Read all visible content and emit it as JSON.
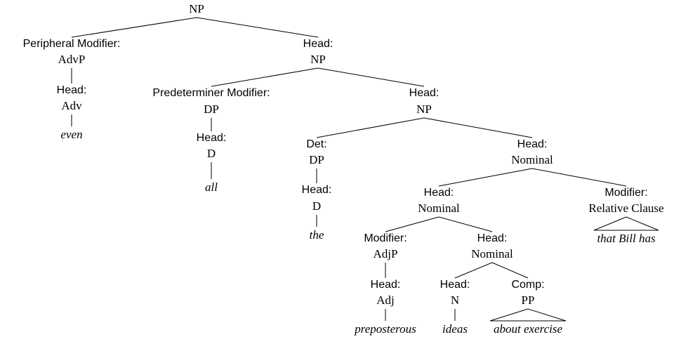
{
  "diagram": {
    "type": "syntax-tree",
    "nodes": [
      {
        "id": "np_root",
        "function": "",
        "category": "NP",
        "parent": null
      },
      {
        "id": "advp",
        "function": "Peripheral Modifier:",
        "category": "AdvP",
        "parent": "np_root"
      },
      {
        "id": "adv",
        "function": "Head:",
        "category": "Adv",
        "parent": "advp"
      },
      {
        "id": "w_even",
        "word": "even",
        "parent": "adv",
        "link": "line"
      },
      {
        "id": "np_head1",
        "function": "Head:",
        "category": "NP",
        "parent": "np_root"
      },
      {
        "id": "dp_predet",
        "function": "Predeterminer Modifier:",
        "category": "DP",
        "parent": "np_head1"
      },
      {
        "id": "d_all",
        "function": "Head:",
        "category": "D",
        "parent": "dp_predet"
      },
      {
        "id": "w_all",
        "word": "all",
        "parent": "d_all",
        "link": "line"
      },
      {
        "id": "np_head2",
        "function": "Head:",
        "category": "NP",
        "parent": "np_head1"
      },
      {
        "id": "dp_det",
        "function": "Det:",
        "category": "DP",
        "parent": "np_head2"
      },
      {
        "id": "d_the",
        "function": "Head:",
        "category": "D",
        "parent": "dp_det"
      },
      {
        "id": "w_the",
        "word": "the",
        "parent": "d_the",
        "link": "line"
      },
      {
        "id": "nom1",
        "function": "Head:",
        "category": "Nominal",
        "parent": "np_head2"
      },
      {
        "id": "nom2",
        "function": "Head:",
        "category": "Nominal",
        "parent": "nom1"
      },
      {
        "id": "relcl",
        "function": "Modifier:",
        "category": "Relative Clause",
        "parent": "nom1"
      },
      {
        "id": "w_relcl",
        "word": "that Bill has",
        "parent": "relcl",
        "link": "triangle"
      },
      {
        "id": "adjp",
        "function": "Modifier:",
        "category": "AdjP",
        "parent": "nom2"
      },
      {
        "id": "adj",
        "function": "Head:",
        "category": "Adj",
        "parent": "adjp"
      },
      {
        "id": "w_preposterous",
        "word": "preposterous",
        "parent": "adj",
        "link": "line"
      },
      {
        "id": "nom3",
        "function": "Head:",
        "category": "Nominal",
        "parent": "nom2"
      },
      {
        "id": "n",
        "function": "Head:",
        "category": "N",
        "parent": "nom3"
      },
      {
        "id": "w_ideas",
        "word": "ideas",
        "parent": "n",
        "link": "line"
      },
      {
        "id": "pp",
        "function": "Comp:",
        "category": "PP",
        "parent": "nom3"
      },
      {
        "id": "w_about",
        "word": "about exercise",
        "parent": "pp",
        "link": "triangle"
      }
    ]
  }
}
